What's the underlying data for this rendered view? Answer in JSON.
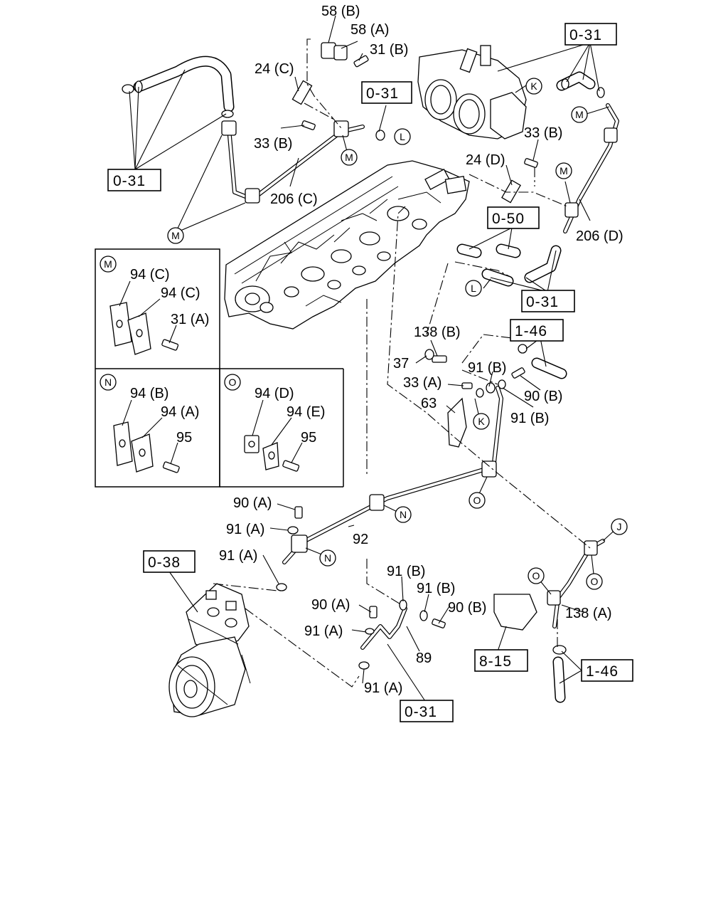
{
  "callouts": {
    "c_58b": "58 (B)",
    "c_58a": "58 (A)",
    "c_31b": "31 (B)",
    "c_24c": "24 (C)",
    "c_33b_1": "33 (B)",
    "c_206c": "206 (C)",
    "c_33b_2": "33 (B)",
    "c_24d": "24 (D)",
    "c_206d": "206 (D)",
    "c_138b": "138 (B)",
    "c_37": "37",
    "c_33a": "33 (A)",
    "c_91b_1": "91 (B)",
    "c_90b_1": "90 (B)",
    "c_91b_2": "91 (B)",
    "c_63": "63",
    "c_90a_1": "90 (A)",
    "c_91a_1": "91 (A)",
    "c_92": "92",
    "c_91a_2": "91 (A)",
    "c_91b_3": "91 (B)",
    "c_91b_4": "91 (B)",
    "c_90a_2": "90 (A)",
    "c_90b_2": "90 (B)",
    "c_91a_3": "91 (A)",
    "c_89": "89",
    "c_91a_4": "91 (A)",
    "c_138a": "138 (A)",
    "m_94c_1": "94 (C)",
    "m_94c_2": "94 (C)",
    "m_31a": "31 (A)",
    "n_94b": "94 (B)",
    "n_94a": "94 (A)",
    "n_95": "95",
    "o_94d": "94 (D)",
    "o_94e": "94 (E)",
    "o_95": "95"
  },
  "refs": {
    "r_031_topleft": "0-31",
    "r_031_topright": "0-31",
    "r_031_center": "0-31",
    "r_050": "0-50",
    "r_031_mid": "0-31",
    "r_146_top": "1-46",
    "r_038": "0-38",
    "r_815": "8-15",
    "r_146_bottom": "1-46",
    "r_031_bottom": "0-31"
  },
  "markers": {
    "M": "M",
    "N": "N",
    "O": "O",
    "K": "K",
    "L": "L",
    "J": "J"
  }
}
